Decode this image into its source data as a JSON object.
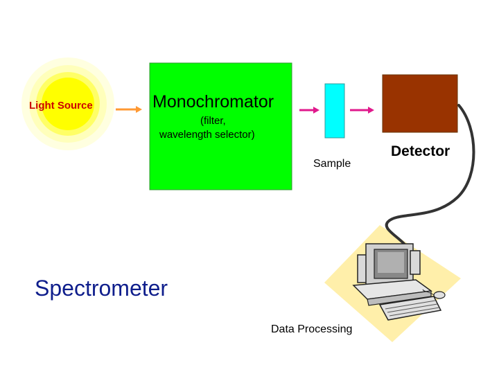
{
  "diagram": {
    "light_source": "Light Source",
    "monochromator": {
      "title": "Monochromator",
      "subtitle_line1": "(filter,",
      "subtitle_line2": "wavelength selector)"
    },
    "sample": "Sample",
    "detector": "Detector",
    "spectrometer": "Spectrometer",
    "data_processing": "Data Processing"
  },
  "colors": {
    "light_core": "#ffff00",
    "light_glow": "#ffffcc",
    "light_label": "#cc0000",
    "monochromator": "#00ff00",
    "sample": "#00ffff",
    "detector": "#993300",
    "arrow_orange": "#ff9933",
    "arrow_magenta": "#e0198c",
    "spectrometer_label": "#0f1e8c",
    "clipart_backdrop": "#ffeeaa"
  },
  "icons": [
    "light-glow-icon",
    "computer-clipart-icon",
    "cable-icon"
  ]
}
